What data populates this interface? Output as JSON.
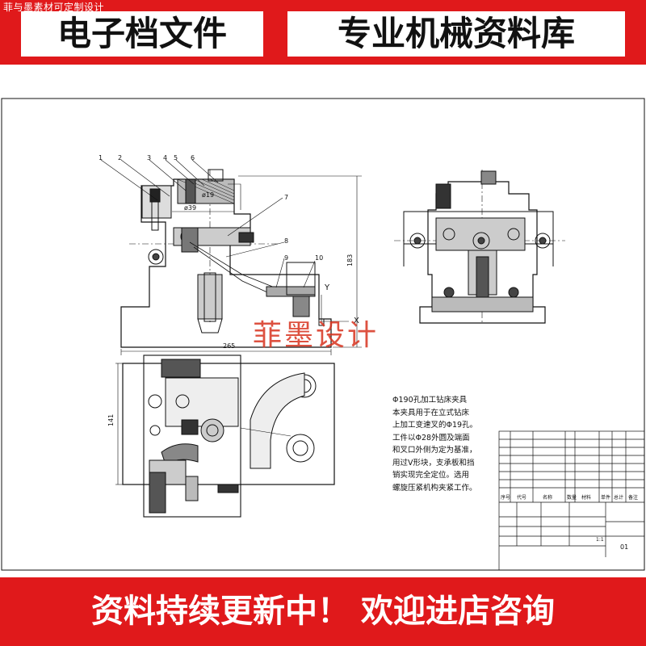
{
  "top_banner": {
    "corner_tag": "菲与墨素材可定制设计",
    "title_left": "电子档文件",
    "title_right": "专业机械资料库"
  },
  "bottom_banner": {
    "text": "资料持续更新中！ 欢迎进店咨询"
  },
  "drawing": {
    "watermark": "菲墨设计",
    "part_numbers": [
      "1",
      "2",
      "3",
      "4",
      "5",
      "6",
      "7",
      "8",
      "9",
      "10"
    ],
    "dimensions": {
      "height": "183",
      "width": "265",
      "plan_height": "141",
      "bore": "ø39",
      "bore2": "ø19"
    },
    "axis_labels": {
      "y": "Y",
      "x": "X"
    },
    "description": [
      "Φ190孔加工钻床夹具",
      "本夹具用于在立式钻床",
      "上加工变速叉的Φ19孔。",
      "工件以Φ28外圆及端面",
      "和叉口外侧为定为基准，",
      "用过V形块，支承板和挡",
      "销实现完全定位。选用",
      "螺旋压紧机构夹紧工作。"
    ],
    "title_block": {
      "drawing_no": "01",
      "scale": "1:1",
      "header_cells": [
        "序号",
        "代号",
        "名称",
        "数量",
        "材料",
        "单件",
        "总计",
        "备注"
      ]
    }
  }
}
